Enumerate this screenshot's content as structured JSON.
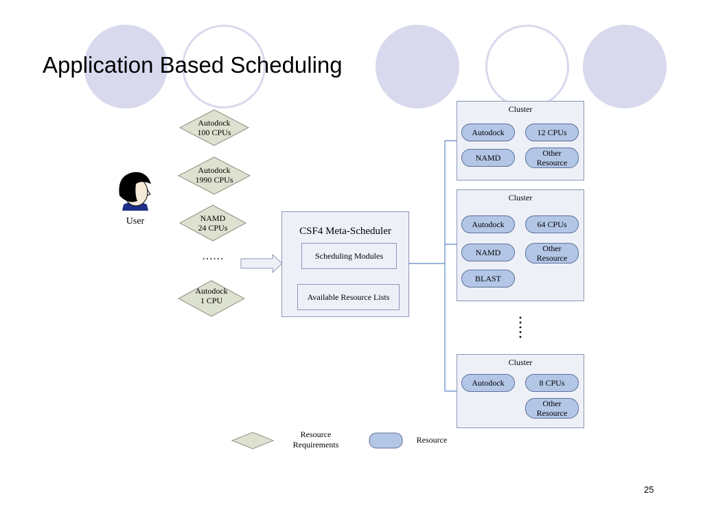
{
  "slide": {
    "title": "Application Based Scheduling",
    "page_number": "25"
  },
  "user": {
    "label": "User"
  },
  "requirements": [
    {
      "line1": "Autodock",
      "line2": "100  CPUs"
    },
    {
      "line1": "Autodock",
      "line2": "1990 CPUs"
    },
    {
      "line1": "NAMD",
      "line2": "24 CPUs"
    },
    {
      "line1": "Autodock",
      "line2": "1  CPU"
    }
  ],
  "ellipsis_left": "……",
  "scheduler": {
    "title": "CSF4 Meta-Scheduler",
    "modules_label": "Scheduling Modules",
    "lists_label": "Available Resource Lists"
  },
  "clusters": [
    {
      "title": "Cluster",
      "resources": [
        "Autodock",
        "12 CPUs",
        "NAMD",
        "Other Resource"
      ]
    },
    {
      "title": "Cluster",
      "resources": [
        "Autodock",
        "64 CPUs",
        "NAMD",
        "Other Resource",
        "BLAST"
      ]
    },
    {
      "title": "Cluster",
      "resources": [
        "Autodock",
        "8 CPUs",
        "Other Resource"
      ]
    }
  ],
  "legend": {
    "requirements_label": "Resource Requirements",
    "resource_label": "Resource"
  },
  "colors": {
    "decor_circle": "#d9d9ee",
    "diamond_fill": "#dde1cf",
    "pill_fill": "#b3c6e6",
    "cluster_fill": "#eef0f8",
    "connector": "#5b85c2"
  }
}
